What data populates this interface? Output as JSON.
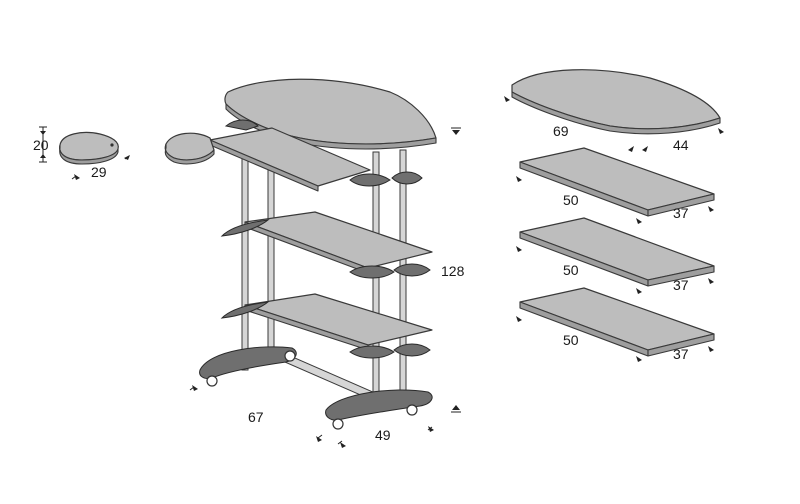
{
  "diagram": {
    "dimensions": {
      "mouse_tray_height": "20",
      "mouse_tray_width": "29",
      "total_height": "128",
      "depth": "67",
      "width": "49",
      "top_board_width": "69",
      "top_board_depth": "44",
      "shelf_1_width": "50",
      "shelf_1_depth": "37",
      "shelf_2_width": "50",
      "shelf_2_depth": "37",
      "shelf_3_width": "50",
      "shelf_3_depth": "37"
    }
  }
}
